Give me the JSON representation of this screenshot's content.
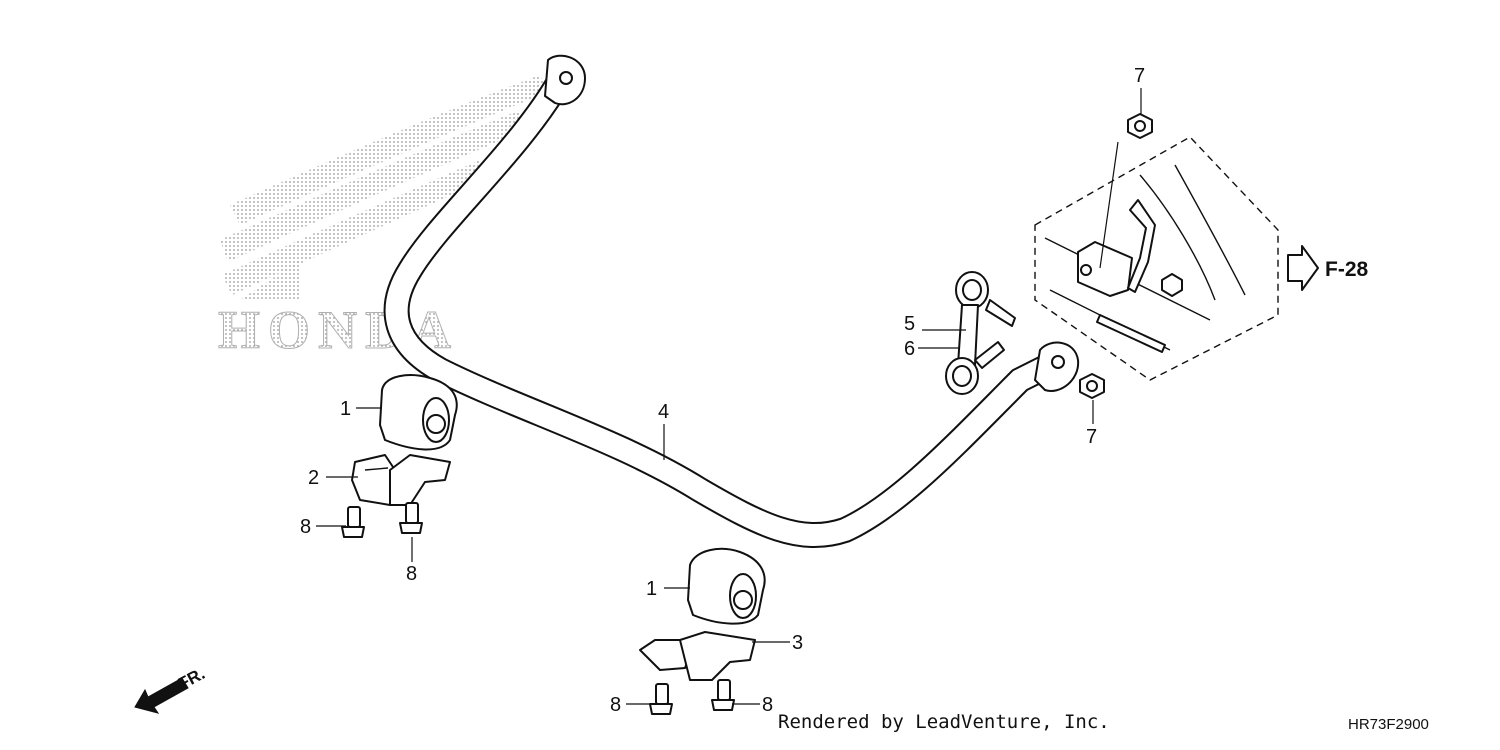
{
  "callouts": [
    {
      "id": "bushing-left",
      "label": "1"
    },
    {
      "id": "holder-left",
      "label": "2"
    },
    {
      "id": "stabilizer-bar",
      "label": "4"
    },
    {
      "id": "link-upper",
      "label": "5"
    },
    {
      "id": "link-lower",
      "label": "6"
    },
    {
      "id": "nut-top",
      "label": "7"
    },
    {
      "id": "nut-lower",
      "label": "7"
    },
    {
      "id": "bolt-left-a",
      "label": "8"
    },
    {
      "id": "bolt-left-b",
      "label": "8"
    },
    {
      "id": "bushing-right",
      "label": "1"
    },
    {
      "id": "holder-right",
      "label": "3"
    },
    {
      "id": "bolt-right-a",
      "label": "8"
    },
    {
      "id": "bolt-right-b",
      "label": "8"
    }
  ],
  "reference": {
    "label": "F-28"
  },
  "direction": {
    "label": "FR."
  },
  "watermark": {
    "text": "HONDA"
  },
  "footer": {
    "credit": "Rendered by LeadVenture, Inc.",
    "code": "HR73F2900"
  }
}
